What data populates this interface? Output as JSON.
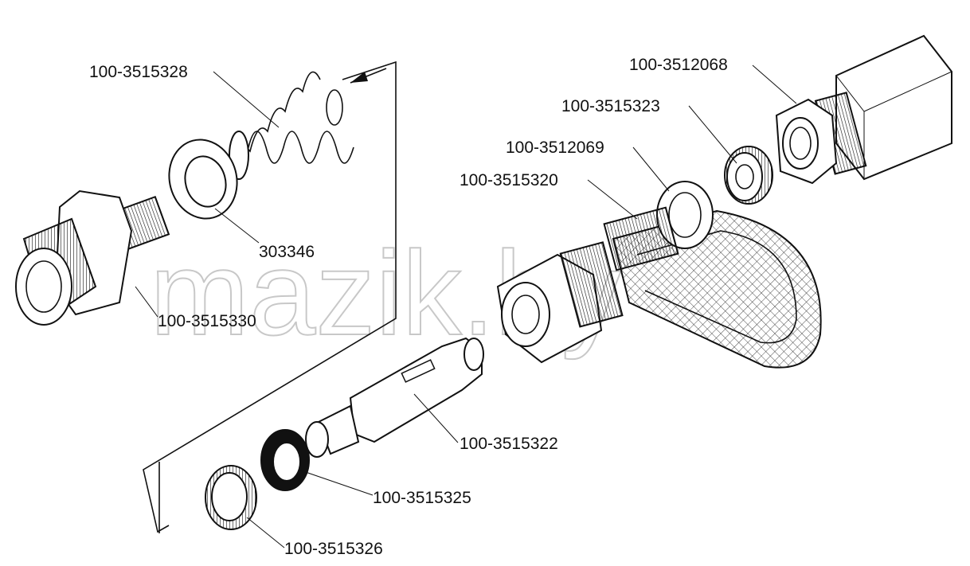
{
  "watermark": "mazik.by",
  "labels": {
    "p1": "100-3515328",
    "p2": "303346",
    "p3": "100-3515330",
    "p4": "100-3512068",
    "p5": "100-3515323",
    "p6": "100-3512069",
    "p7": "100-3515320",
    "p8": "100-3515322",
    "p9": "100-3515325",
    "p10": "100-3515326"
  }
}
